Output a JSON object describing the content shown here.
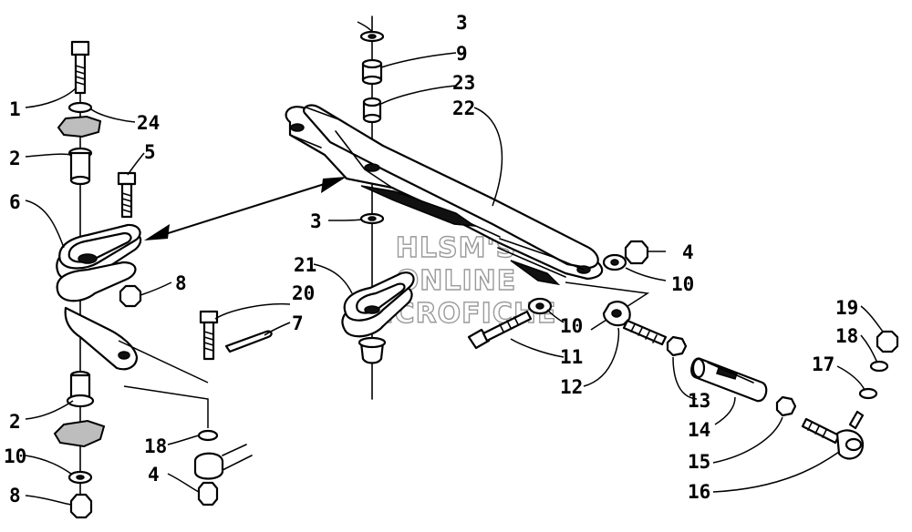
{
  "watermark": {
    "line1": "HLSM'S",
    "line2": "ONLINE",
    "line3": "MICROFICHE"
  },
  "callouts": [
    {
      "id": "c1",
      "text": "1"
    },
    {
      "id": "c24",
      "text": "24"
    },
    {
      "id": "c2a",
      "text": "2"
    },
    {
      "id": "c5",
      "text": "5"
    },
    {
      "id": "c6",
      "text": "6"
    },
    {
      "id": "c8a",
      "text": "8"
    },
    {
      "id": "c20",
      "text": "20"
    },
    {
      "id": "c7",
      "text": "7"
    },
    {
      "id": "c2b",
      "text": "2"
    },
    {
      "id": "c10a",
      "text": "10"
    },
    {
      "id": "c8b",
      "text": "8"
    },
    {
      "id": "c18a",
      "text": "18"
    },
    {
      "id": "c4a",
      "text": "4"
    },
    {
      "id": "c3a",
      "text": "3"
    },
    {
      "id": "c9",
      "text": "9"
    },
    {
      "id": "c23",
      "text": "23"
    },
    {
      "id": "c22",
      "text": "22"
    },
    {
      "id": "c3b",
      "text": "3"
    },
    {
      "id": "c21",
      "text": "21"
    },
    {
      "id": "c4b",
      "text": "4"
    },
    {
      "id": "c10b",
      "text": "10"
    },
    {
      "id": "c10c",
      "text": "10"
    },
    {
      "id": "c11",
      "text": "11"
    },
    {
      "id": "c12",
      "text": "12"
    },
    {
      "id": "c13",
      "text": "13"
    },
    {
      "id": "c14",
      "text": "14"
    },
    {
      "id": "c15",
      "text": "15"
    },
    {
      "id": "c16",
      "text": "16"
    },
    {
      "id": "c19",
      "text": "19"
    },
    {
      "id": "c18b",
      "text": "18"
    },
    {
      "id": "c17",
      "text": "17"
    }
  ]
}
